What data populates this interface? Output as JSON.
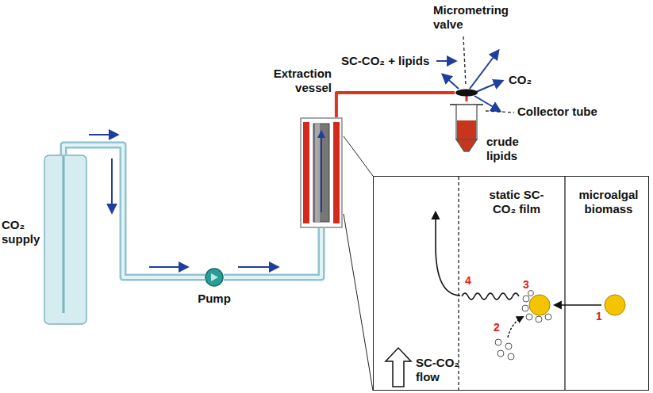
{
  "diagram": {
    "nodes": [
      {
        "text": [
          "CO₂ supply"
        ]
      },
      {
        "text": [
          "Pump"
        ]
      },
      {
        "text": [
          "Extraction vessel"
        ]
      },
      {
        "text": [
          "Micrometring valve"
        ]
      },
      {
        "text": [
          "Collector tube",
          "crude lipids"
        ]
      },
      {
        "text": [
          "static SC-CO₂ film",
          "microalgal biomass",
          "SC-CO₂ flow"
        ]
      }
    ],
    "edges": [
      {
        "from": 0,
        "to": 1,
        "arrow": "none"
      },
      {
        "from": 1,
        "to": 2,
        "arrow": "none"
      },
      {
        "from": 2,
        "to": 3,
        "label": "SC-CO₂ + lipids",
        "arrow": "none"
      },
      {
        "from": 3,
        "to": 4,
        "arrow": "none"
      }
    ],
    "labels": [
      "CO₂",
      "1",
      "2",
      "3",
      "4"
    ]
  }
}
